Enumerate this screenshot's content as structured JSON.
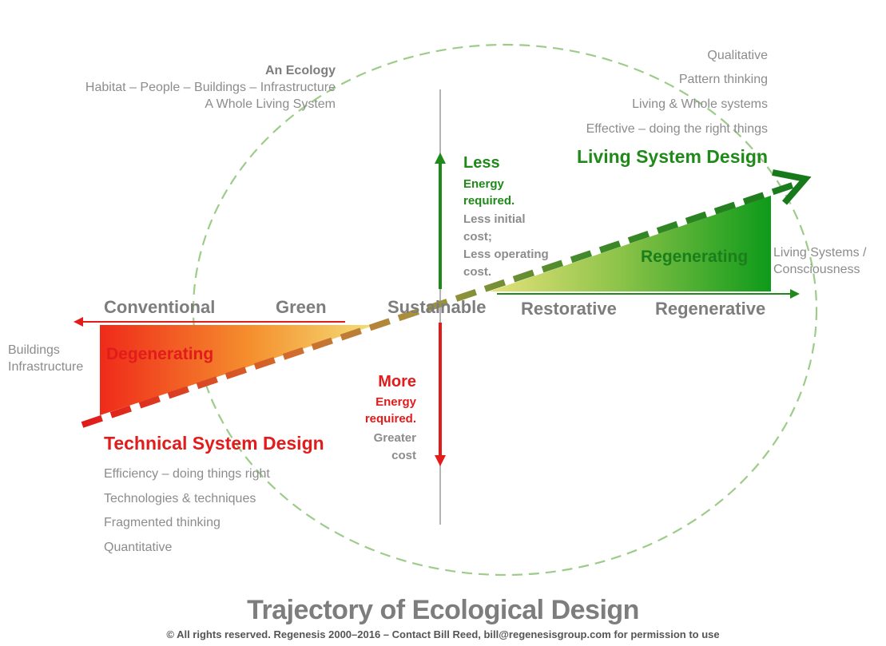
{
  "ecology": {
    "title": "An Ecology",
    "line1": "Habitat – People – Buildings – Infrastructure",
    "line2": "A Whole Living System"
  },
  "living": {
    "qualities": [
      "Qualitative",
      "Pattern thinking",
      "Living & Whole systems",
      "Effective – doing the right things"
    ],
    "heading": "Living System Design",
    "region_label": "Regenerating",
    "outcome_line1": "Living Systems /",
    "outcome_line2": "Consciousness"
  },
  "technical": {
    "heading": "Technical System Design",
    "qualities": [
      "Efficiency – doing things right",
      "Technologies & techniques",
      "Fragmented thinking",
      "Quantitative"
    ],
    "region_label": "Degenerating",
    "outcome_line1": "Buildings",
    "outcome_line2": "Infrastructure"
  },
  "stages": [
    "Conventional",
    "Green",
    "Sustainable",
    "Restorative",
    "Regenerative"
  ],
  "less": {
    "title": "Less",
    "line1": "Energy",
    "line2": "required.",
    "line3": "Less initial",
    "line4": "cost;",
    "line5": "Less operating",
    "line6": "cost."
  },
  "more": {
    "title": "More",
    "line1": "Energy",
    "line2": "required.",
    "line3": "Greater",
    "line4": "cost"
  },
  "footer": {
    "title": "Trajectory of Ecological Design",
    "copyright": "© All rights reserved.  Regenesis 2000–2016 – Contact Bill Reed, bill@regenesisgroup.com for permission to use"
  },
  "colors": {
    "green": "#1f8a1a",
    "red": "#e21b1b",
    "gray": "#8c8c8c",
    "circle": "#9dcc8a"
  }
}
